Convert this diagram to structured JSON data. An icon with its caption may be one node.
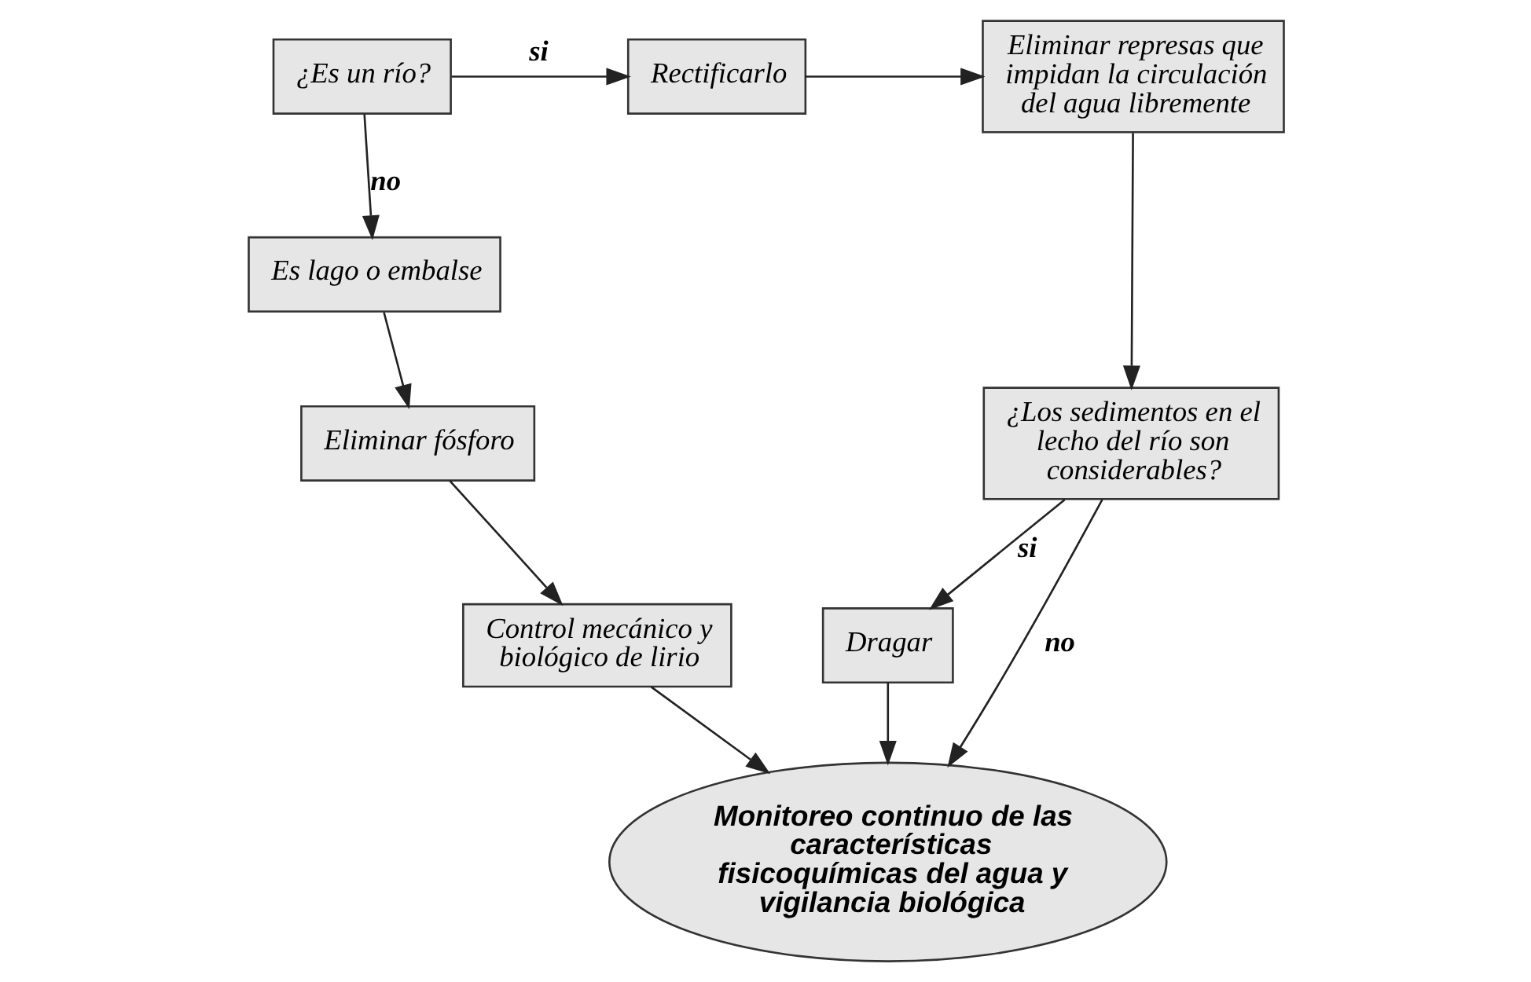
{
  "diagram": {
    "nodes": [
      {
        "text": [
          "¿Es un río?"
        ]
      },
      {
        "text": [
          "Rectificarlo"
        ]
      },
      {
        "text": [
          "Eliminar represas que impidan la circulación del agua libremente"
        ]
      },
      {
        "text": [
          "Es lago o embalse"
        ]
      },
      {
        "text": [
          "Eliminar fósforo"
        ]
      },
      {
        "text": [
          "Control mecánico y biológico de lirio"
        ]
      },
      {
        "text": [
          "¿Los sedimentos en el lecho del río son considerables?"
        ]
      },
      {
        "text": [
          "Dragar"
        ]
      },
      {
        "text": [
          "Monitoreo continuo de las características fisicoquímicas del agua y vigilancia biológica"
        ]
      }
    ],
    "edges": [
      {
        "from": 0,
        "to": 1,
        "arrow": "to",
        "label": "si"
      },
      {
        "from": 1,
        "to": 2,
        "arrow": "to"
      },
      {
        "from": 0,
        "to": 3,
        "arrow": "to",
        "label": "no"
      },
      {
        "from": 3,
        "to": 4,
        "arrow": "to"
      },
      {
        "from": 4,
        "to": 5,
        "arrow": "to"
      },
      {
        "from": 2,
        "to": 6,
        "arrow": "to"
      },
      {
        "from": 6,
        "to": 7,
        "arrow": "to",
        "label": "si"
      },
      {
        "from": 6,
        "to": 8,
        "arrow": "to",
        "label": "no"
      },
      {
        "from": 7,
        "to": 8,
        "arrow": "to"
      },
      {
        "from": 5,
        "to": 8,
        "arrow": "to"
      }
    ]
  }
}
